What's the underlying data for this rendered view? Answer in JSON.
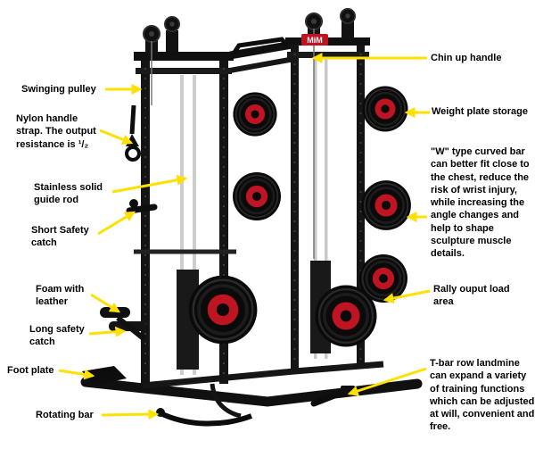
{
  "diagram": {
    "machine_logo": "MiM",
    "colors": {
      "callout": "#ffe000",
      "plate_red": "#bf1422",
      "frame_black": "#111111"
    }
  },
  "labels": {
    "swinging_pulley": "Swinging pulley",
    "nylon_handle": "Nylon handle strap. The output resistance is ¹/₂",
    "stainless_rod": "Stainless solid guide rod",
    "short_safety": "Short Safety catch",
    "foam_leather": "Foam with leather",
    "long_safety": "Long safety catch",
    "foot_plate": "Foot plate",
    "rotating_bar": "Rotating bar",
    "chin_up": "Chin up handle",
    "weight_storage": "Weight plate storage",
    "w_type": "\"W\" type curved bar can better fit close to the chest, reduce the risk of wrist injury, while increasing the angle changes and help to shape sculpture muscle details.",
    "rally_area": "Rally ouput load area",
    "t_bar": "T-bar row landmine can expand a variety of training functions which can be adjusted at will, convenient and free."
  }
}
